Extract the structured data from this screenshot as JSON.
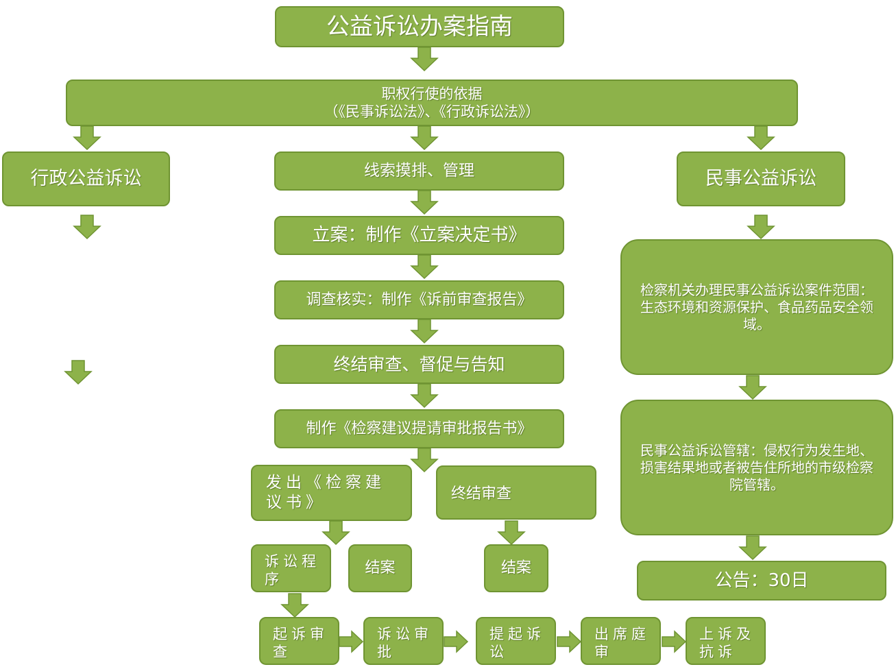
{
  "title": "公益诉讼办案指南",
  "basis": {
    "line1": "职权行使的依据",
    "line2": "（《民事诉讼法》、《行政诉讼法》）"
  },
  "left": {
    "title": "行政公益诉讼"
  },
  "middle": {
    "clue": "线索摸排、管理",
    "filing": "立案：制作《立案决定书》",
    "investigate": "调查核实：制作《诉前审查报告》",
    "conclude": "终结审查、督促与告知",
    "report": "制作《检察建议提请审批报告书》",
    "issue": "发出《检察建议书》",
    "end_review": "终结审查",
    "litigation": "诉讼程序",
    "close1": "结案",
    "close2": "结案"
  },
  "bottom": {
    "prosecution_review": "起诉审查",
    "litigation_approval": "诉讼审批",
    "file_suit": "提起诉讼",
    "appear_court": "出席庭审",
    "appeal": "上诉及抗诉"
  },
  "right": {
    "title": "民事公益诉讼",
    "scope": "检察机关办理民事公益诉讼案件范围：生态环境和资源保护、食品药品安全领域。",
    "jurisdiction": "民事公益诉讼管辖：侵权行为发生地、损害结果地或者被告住所地的市级检察院管辖。",
    "notice": "公告：30日"
  },
  "colors": {
    "box_fill": "#8db24a",
    "box_border": "#6f9432",
    "arrow": "#8db24a",
    "text": "#ffffff"
  }
}
